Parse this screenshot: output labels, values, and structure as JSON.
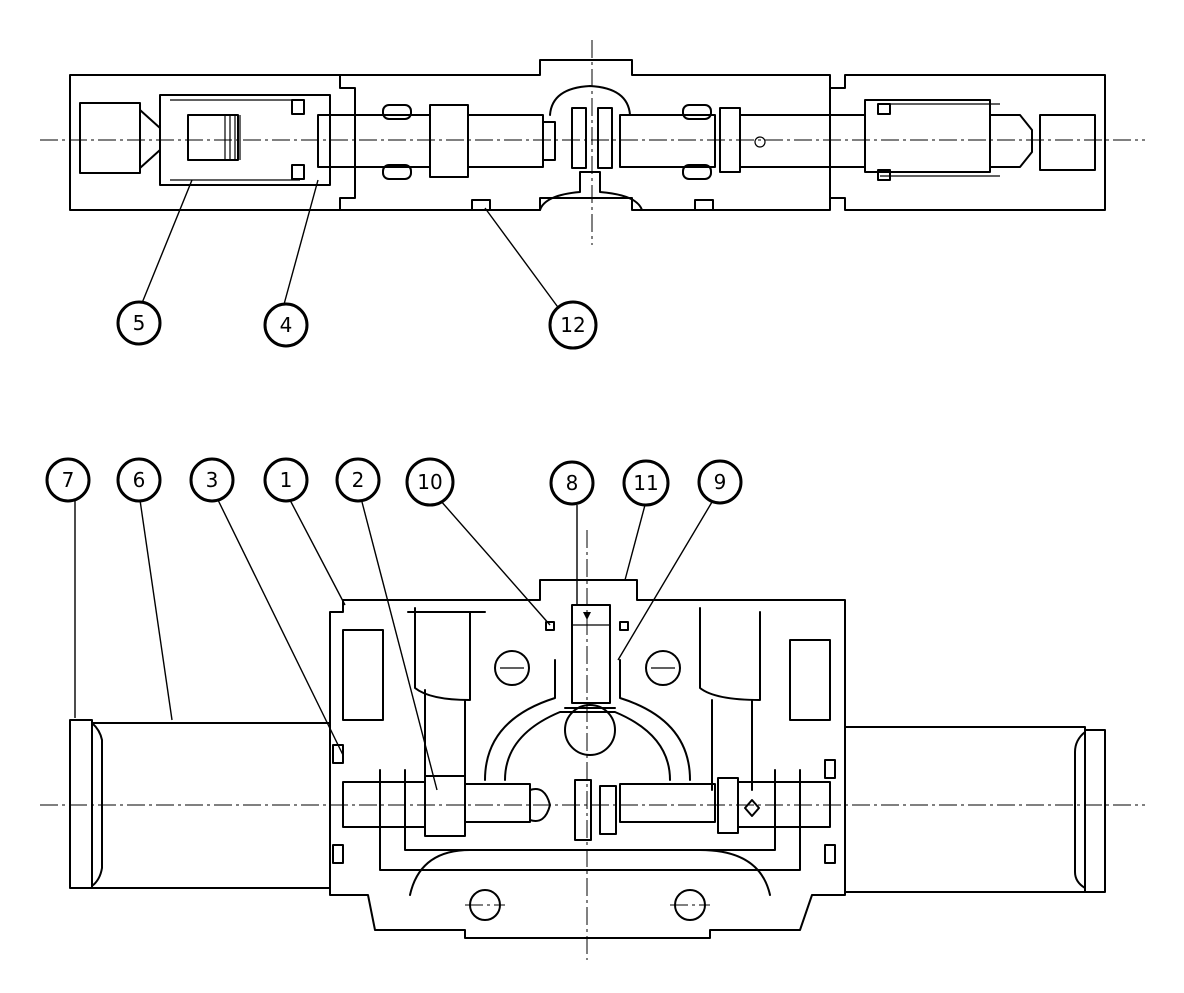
{
  "callouts": {
    "top_view": [
      "5",
      "4",
      "12"
    ],
    "section_view": [
      "7",
      "6",
      "3",
      "1",
      "2",
      "10",
      "8",
      "11",
      "9"
    ]
  },
  "colors": {
    "ink": "#000000",
    "paper": "#ffffff"
  }
}
